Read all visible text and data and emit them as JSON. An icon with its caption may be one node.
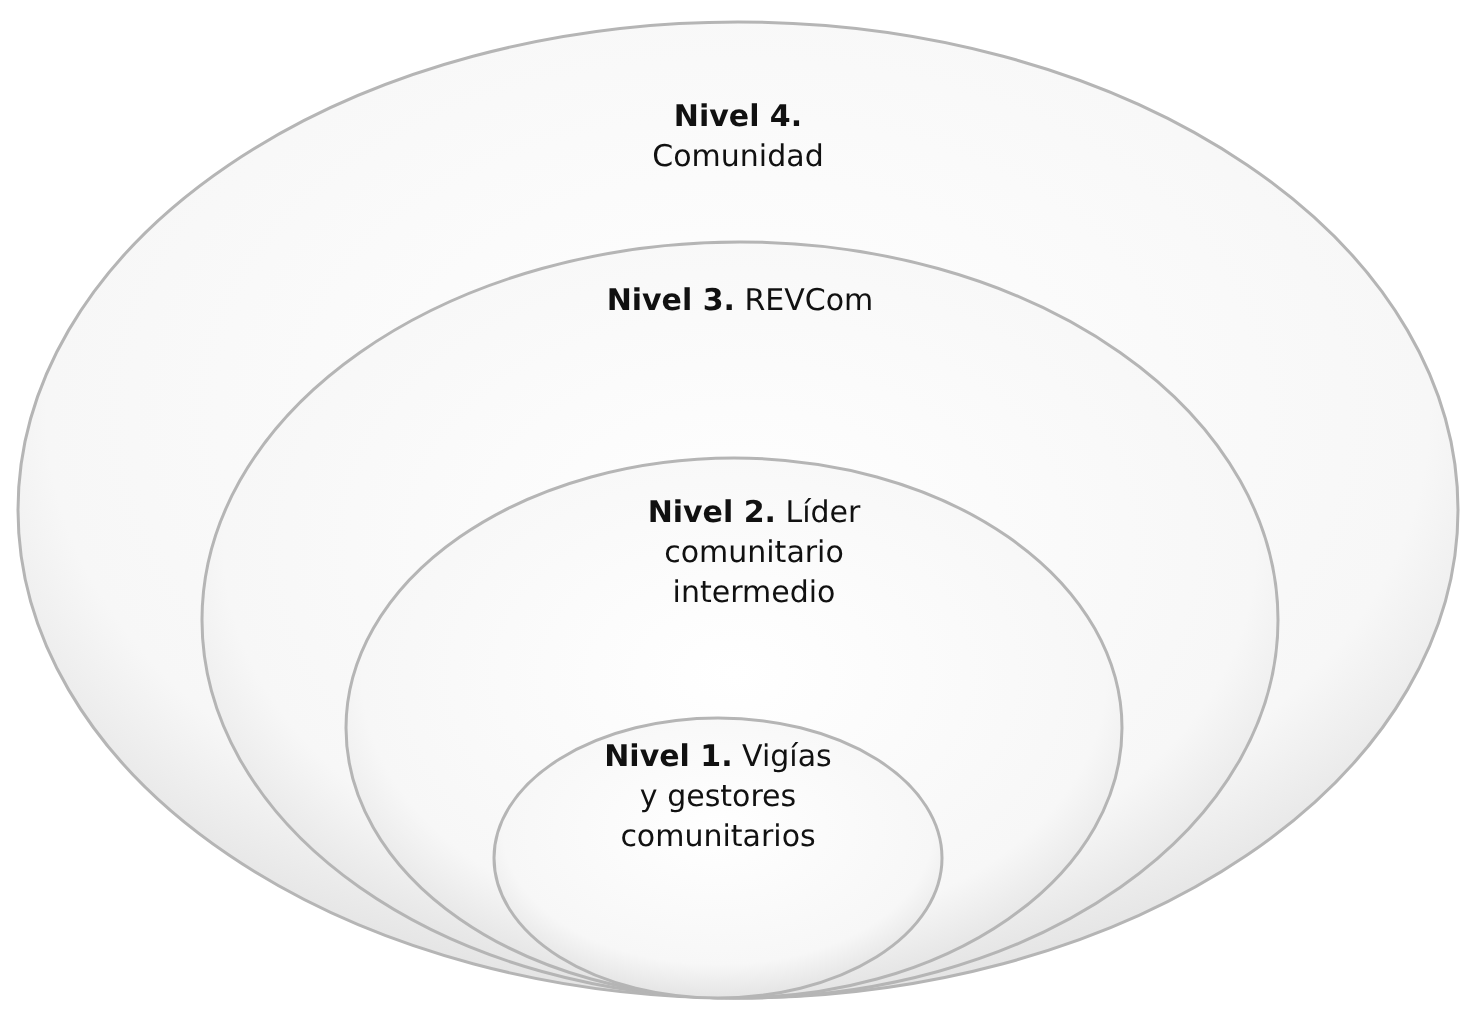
{
  "diagram": {
    "nodes": [
      {
        "text": [
          "**Nivel 4.** Comunidad"
        ]
      },
      {
        "text": [
          "**Nivel 3.** REVCom"
        ],
        "in": 0
      },
      {
        "text": [
          "**Nivel 2.** Líder comunitario intermedio"
        ],
        "in": 1
      },
      {
        "text": [
          "**Nivel 1.** Vigías y gestores comunitarios"
        ],
        "in": 2
      }
    ]
  }
}
